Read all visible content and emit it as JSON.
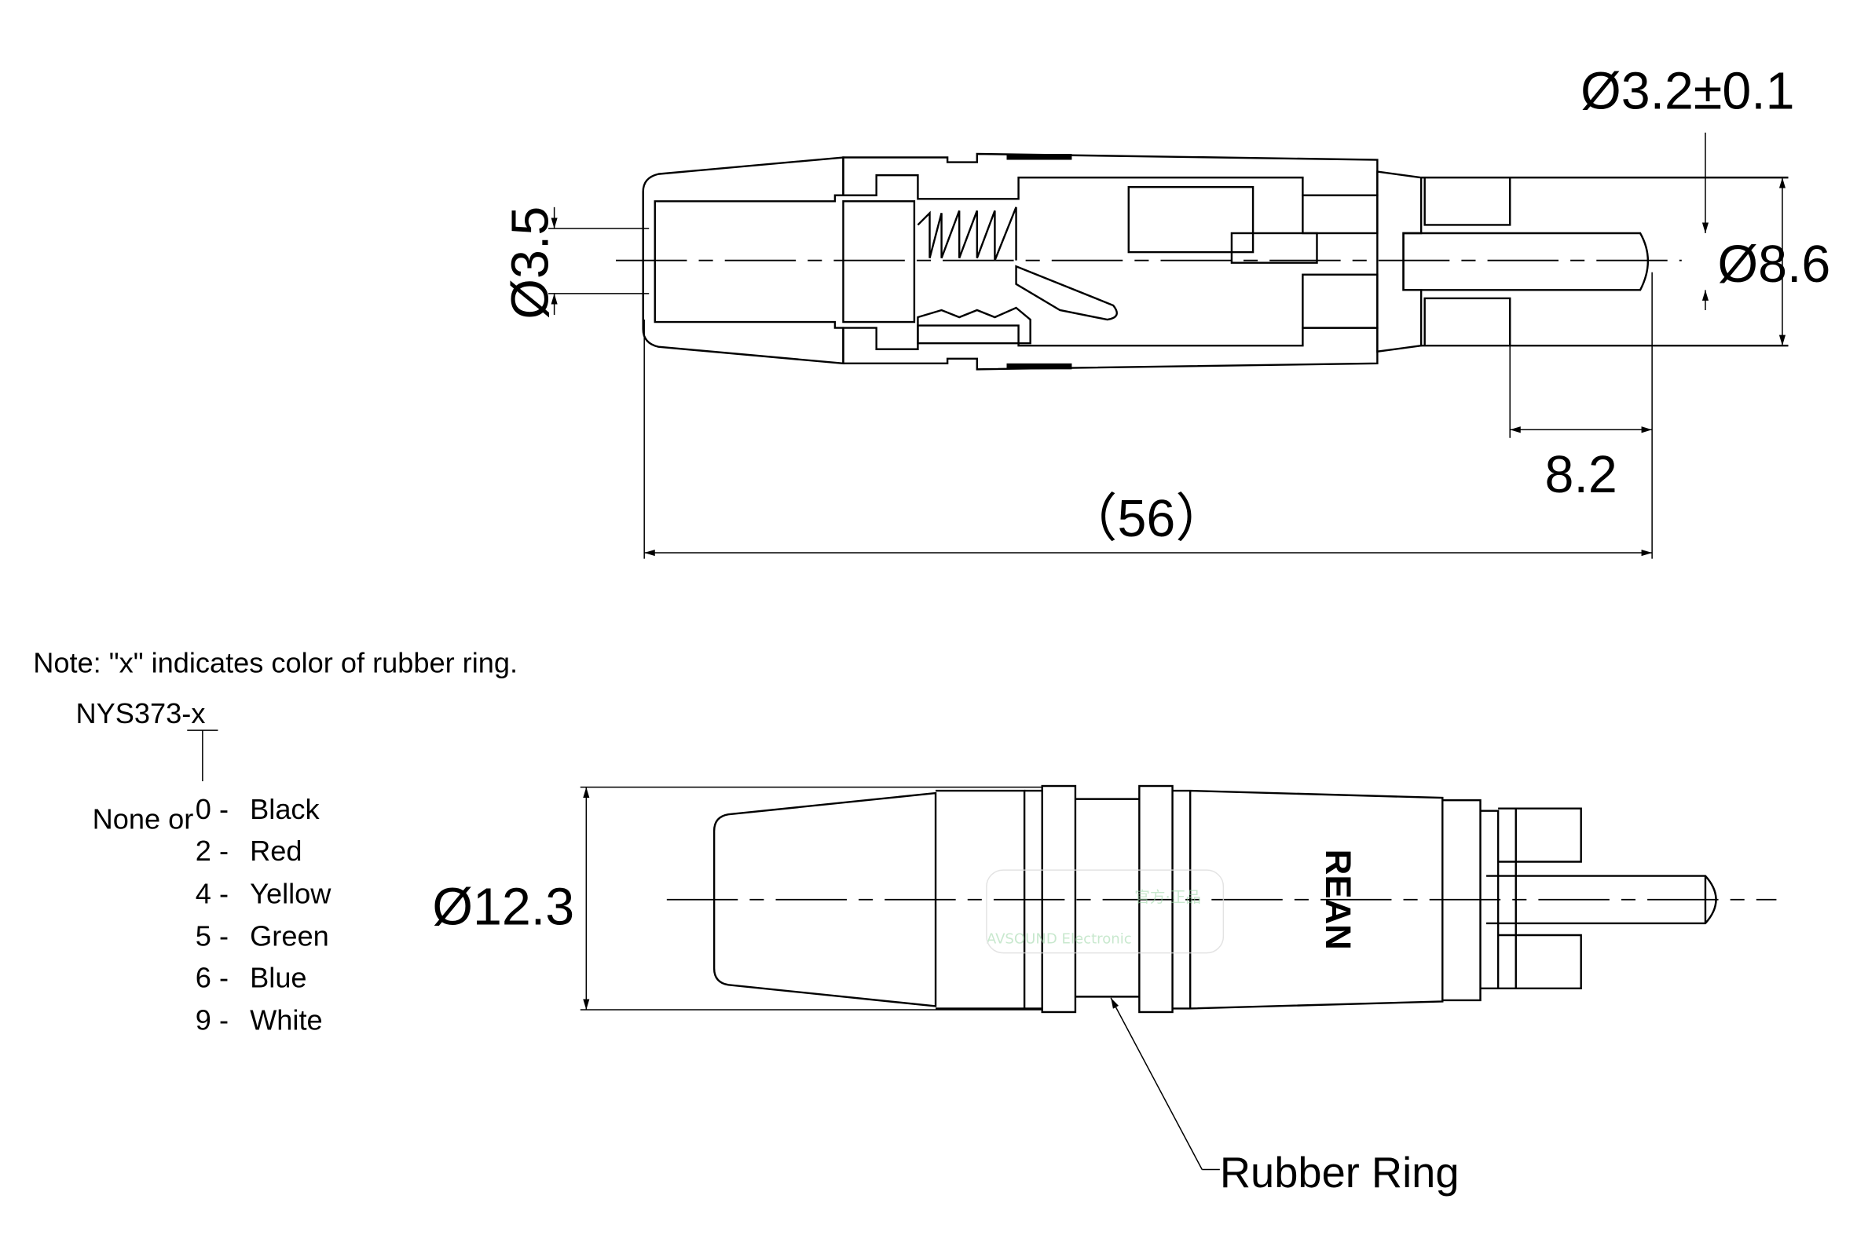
{
  "section_view": {
    "dim_cable_bore": "Ø3.5",
    "dim_pin": "Ø3.2±0.1",
    "dim_tube": "Ø8.6",
    "dim_pin_length": "8.2",
    "dim_overall_length": "（56）"
  },
  "side_view": {
    "dim_diameter": "Ø12.3",
    "brand_mark": "REAN",
    "callout_label": "Rubber Ring"
  },
  "notes": {
    "note_text": "Note: \"x\" indicates color of rubber ring.",
    "part_number": "NYS373-x",
    "none_or": "None  or",
    "colors": [
      {
        "code": "0 -",
        "name": "Black"
      },
      {
        "code": "2 -",
        "name": "Red"
      },
      {
        "code": "4 -",
        "name": "Yellow"
      },
      {
        "code": "5 -",
        "name": "Green"
      },
      {
        "code": "6 -",
        "name": "Blue"
      },
      {
        "code": "9 -",
        "name": "White"
      }
    ]
  },
  "watermark": {
    "cn_text": "官方·正品",
    "en_text": "AVSOUND Electronic"
  }
}
